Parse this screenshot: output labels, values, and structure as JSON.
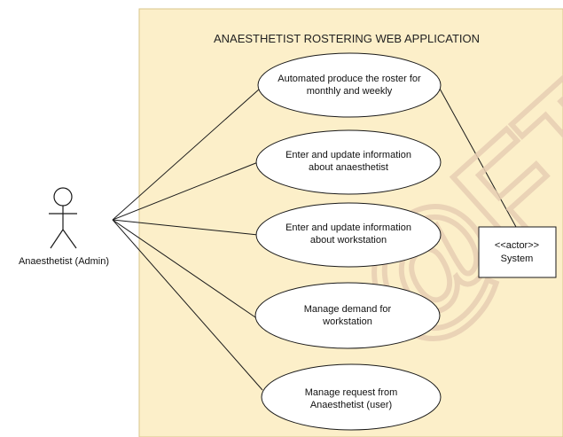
{
  "diagram": {
    "title": "ANAESTHETIST ROSTERING WEB APPLICATION",
    "actor_left": {
      "label": "Anaesthetist (Admin)"
    },
    "actor_right": {
      "stereotype": "<<actor>>",
      "label": "System"
    },
    "use_cases": [
      {
        "line1": "Automated produce the roster for",
        "line2": "monthly and weekly"
      },
      {
        "line1": "Enter and update information",
        "line2": "about anaesthetist"
      },
      {
        "line1": "Enter and update information",
        "line2": "about workstation"
      },
      {
        "line1": "Manage demand for",
        "line2": "workstation"
      },
      {
        "line1": "Manage request from",
        "line2": "Anaesthetist (user)"
      }
    ],
    "watermark": "@FT",
    "colors": {
      "boundary_fill": "#fcefc9",
      "boundary_stroke": "#d9c58a",
      "shape_fill": "#ffffff",
      "line": "#1a1a1a",
      "watermark": "#e8cfb3"
    }
  }
}
